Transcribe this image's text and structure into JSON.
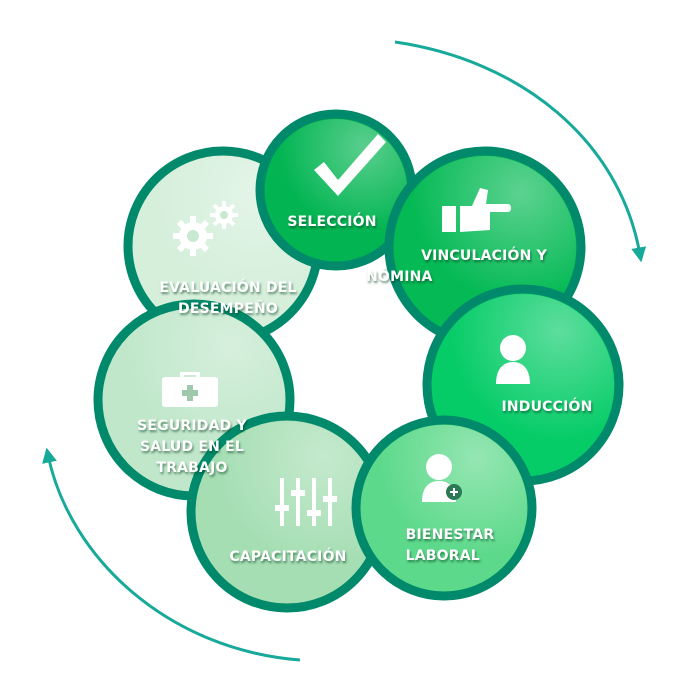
{
  "diagram": {
    "colors": {
      "border": "#00896a",
      "arrow": "#17a99a"
    },
    "steps": [
      {
        "id": "seleccion",
        "lines": [
          "SELECCIÓN"
        ],
        "icon": "checkmark-icon",
        "fill": "#02b552"
      },
      {
        "id": "vinculacion",
        "lines": [
          "VINCULACIÓN Y",
          "NÓMINA"
        ],
        "icon": "pointing-hand-icon",
        "fill": "#05ba55"
      },
      {
        "id": "induccion",
        "lines": [
          "INDUCCIÓN"
        ],
        "icon": "user-icon",
        "fill": "#06cc68"
      },
      {
        "id": "bienestar",
        "lines": [
          "BIENESTAR",
          "LABORAL"
        ],
        "icon": "user-add-icon",
        "fill": "#5cd98a"
      },
      {
        "id": "capacitacion",
        "lines": [
          "CAPACITACIÓN"
        ],
        "icon": "sliders-icon",
        "fill": "#a5deb3"
      },
      {
        "id": "seguridad",
        "lines": [
          "SEGURIDAD Y",
          "SALUD EN EL",
          "TRABAJO"
        ],
        "icon": "first-aid-kit-icon",
        "fill": "#c0e7ca"
      },
      {
        "id": "evaluacion",
        "lines": [
          "EVALUACIÓN DEL",
          "DESEMPEÑO"
        ],
        "icon": "gears-icon",
        "fill": "#d5efdb"
      }
    ]
  }
}
